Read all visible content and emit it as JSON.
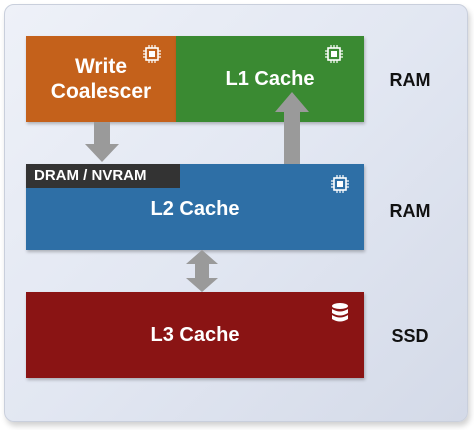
{
  "blocks": {
    "write_coalescer": {
      "line1": "Write",
      "line2": "Coalescer"
    },
    "l1": "L1 Cache",
    "l2": "L2 Cache",
    "l3": "L3 Cache"
  },
  "tag": "DRAM / NVRAM",
  "side_labels": {
    "ram1": "RAM",
    "ram2": "RAM",
    "ssd": "SSD"
  },
  "icons": {
    "chip": "cpu-chip-icon",
    "database": "database-icon"
  },
  "colors": {
    "write_coalescer": "#c4611b",
    "l1": "#3a8a32",
    "l2": "#2e6fa6",
    "l3": "#8a1414",
    "arrows": "#9a9a9a"
  }
}
